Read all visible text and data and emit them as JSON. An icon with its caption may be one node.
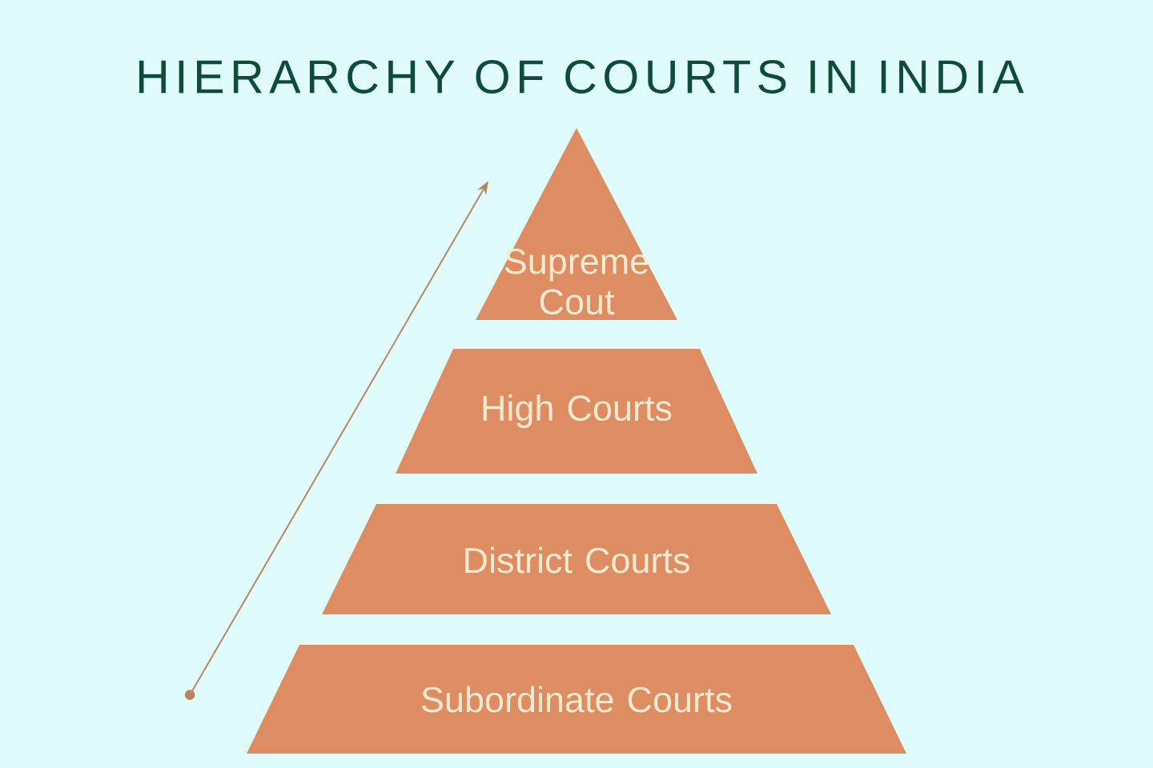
{
  "diagram": {
    "title": "HIERARCHY OF COURTS IN INDIA",
    "nodes": [
      {
        "text": [
          "Supreme Cout"
        ]
      },
      {
        "text": [
          "High Courts"
        ]
      },
      {
        "text": [
          "District Courts"
        ]
      },
      {
        "text": [
          "Subordinate Courts"
        ]
      }
    ]
  }
}
